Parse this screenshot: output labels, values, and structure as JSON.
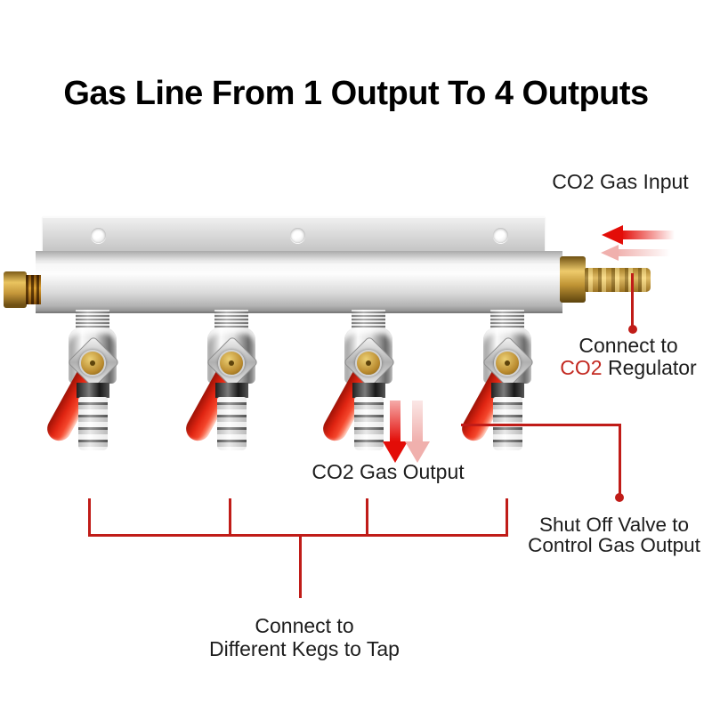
{
  "title": "Gas Line From 1 Output To 4 Outputs",
  "labels": {
    "gas_input": "CO2 Gas Input",
    "gas_output": "CO2 Gas Output",
    "regulator_line1": "Connect to",
    "regulator_co2": "CO2",
    "regulator_rest": " Regulator",
    "shutoff_line1": "Shut Off Valve to",
    "shutoff_line2": "Control Gas Output",
    "kegs_line1": "Connect to",
    "kegs_line2": "Different Kegs to Tap"
  },
  "product": {
    "valve_count": 4,
    "mounting_hole_count": 3
  },
  "icons": {
    "input_arrows": "two left-pointing red arrows (one solid, one faded)",
    "output_arrows": "two down-pointing red arrows (one solid, one faded)"
  },
  "colors": {
    "background": "#ffffff",
    "title_text": "#000000",
    "label_text": "#1d1d1d",
    "co2_red_text": "#c32a22",
    "annotation_line_red": "#c01c18",
    "arrow_red": "#e30d08",
    "arrow_faded_pink": "#f0b0ad",
    "valve_handle_red": "#e02512",
    "brass": "#c5973a",
    "manifold_gray": "#d6d6d6"
  }
}
